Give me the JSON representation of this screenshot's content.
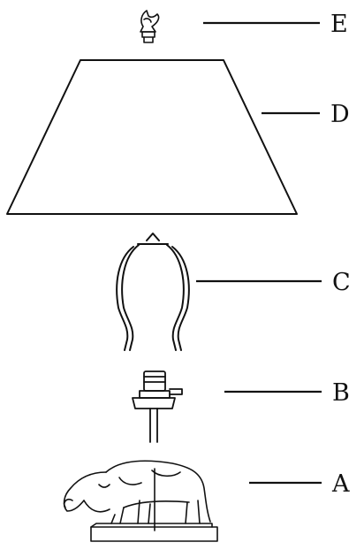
{
  "diagram": {
    "parts": [
      {
        "id": "finial",
        "label": "E"
      },
      {
        "id": "shade",
        "label": "D"
      },
      {
        "id": "harp",
        "label": "C"
      },
      {
        "id": "socket",
        "label": "B"
      },
      {
        "id": "base",
        "label": "A"
      }
    ],
    "colors": {
      "ink": "#111111",
      "background": "#ffffff"
    }
  }
}
